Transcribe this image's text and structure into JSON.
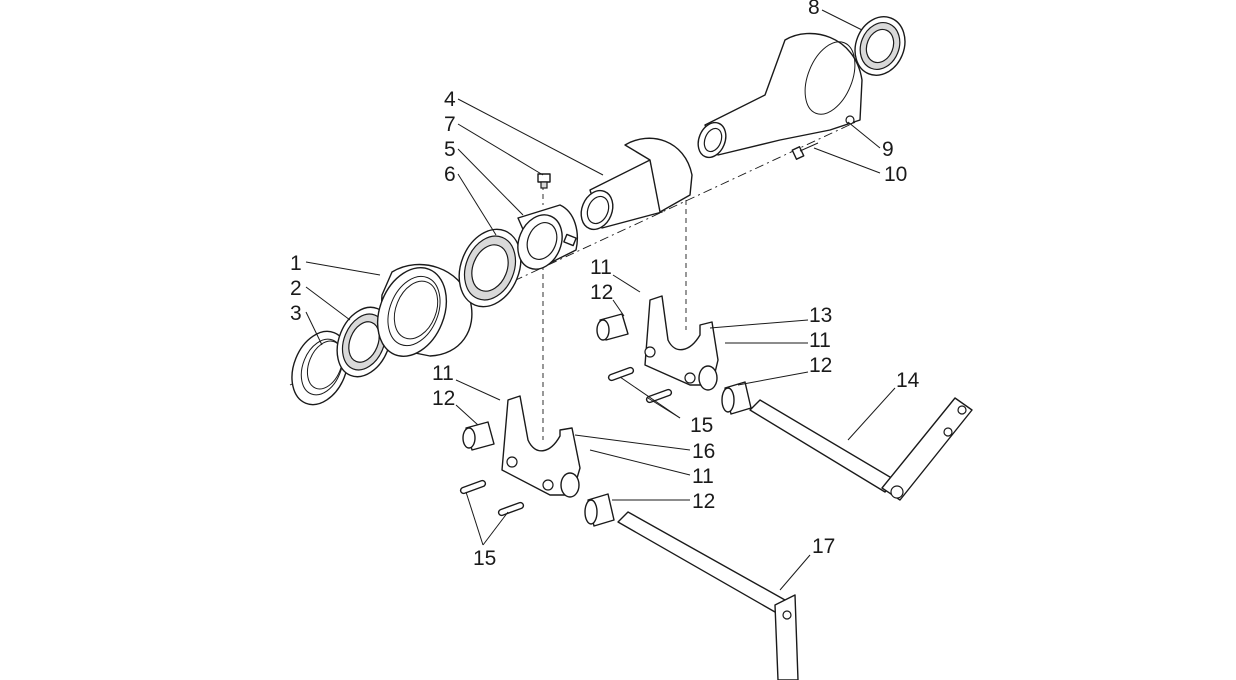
{
  "callouts": {
    "c1": "1",
    "c2": "2",
    "c3": "3",
    "c4": "4",
    "c5": "5",
    "c6": "6",
    "c7": "7",
    "c8": "8",
    "c9": "9",
    "c10": "10",
    "c11a": "11",
    "c12a": "12",
    "c13": "13",
    "c11b": "11",
    "c12b": "12",
    "c14": "14",
    "c15a": "15",
    "c11c": "11",
    "c12c": "12",
    "c16": "16",
    "c11d": "11",
    "c12d": "12",
    "c15b": "15",
    "c17": "17"
  },
  "colors": {
    "line": "#1a1a1a",
    "background": "#ffffff",
    "shade": "#d9d9d9"
  }
}
